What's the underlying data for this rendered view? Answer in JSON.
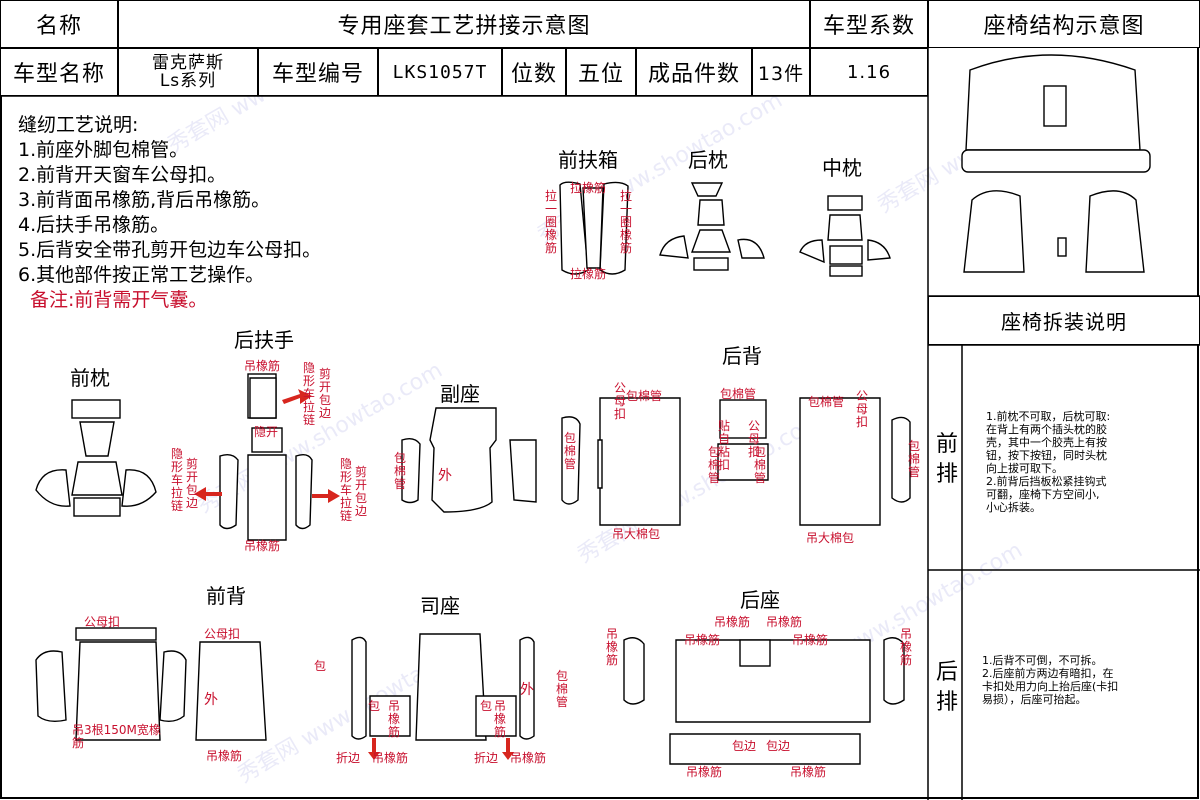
{
  "header": {
    "name_label": "名称",
    "title": "专用座套工艺拼接示意图",
    "coef_label": "车型系数",
    "structure_label": "座椅结构示意图",
    "model_name_label": "车型名称",
    "model_name_line1": "雷克萨斯",
    "model_name_line2": "Ls系列",
    "model_code_label": "车型编号",
    "model_code": "LKS1057T",
    "seats_label": "位数",
    "seats_value": "五位",
    "pieces_label": "成品件数",
    "pieces_value": "13件",
    "coef_value": "1.16"
  },
  "notes": {
    "title": "缝纫工艺说明:",
    "items": [
      "1.前座外脚包棉管。",
      "2.前背开天窗车公母扣。",
      "3.前背面吊橡筋,背后吊橡筋。",
      "4.后扶手吊橡筋。",
      "5.后背安全带孔剪开包边车公母扣。",
      "6.其他部件按正常工艺操作。"
    ],
    "remark": "备注:前背需开气囊。"
  },
  "parts": {
    "front_armrest": "前扶箱",
    "rear_pillow": "后枕",
    "mid_pillow": "中枕",
    "front_pillow": "前枕",
    "rear_armrest": "后扶手",
    "passenger_seat": "副座",
    "rear_back": "后背",
    "front_back": "前背",
    "driver_seat": "司座",
    "rear_seat": "后座"
  },
  "annotations": {
    "la_rubber": "拉橡筋",
    "la_yi_quan": "拉一圈橡筋",
    "hang_rubber": "吊橡筋",
    "hidden_zip": "隐形车拉链",
    "cut_open": "剪开包边",
    "hidden_open": "隐开",
    "wai": "外",
    "bao_mianguan": "包棉管",
    "gong_mu_kou": "公母扣",
    "bao_mian_guan_cn": "包棉管",
    "tie_self": "贴自粘扣",
    "diao_mianbao": "吊大棉包",
    "bao": "包",
    "diao3": "吊3根150M宽橡筋",
    "fold_edge": "折边",
    "bao_bian": "包边"
  },
  "disassembly": {
    "title": "座椅拆装说明",
    "front_label": "前排",
    "front_text": [
      "1.前枕不可取，后枕可取:",
      "在背上有两个插头枕的胶",
      "壳，其中一个胶壳上有按",
      "钮，按下按钮，同时头枕",
      "向上拔可取下。",
      "2.前背后挡板松紧挂钩式",
      "可翻，座椅下方空间小,",
      "小心拆装。"
    ],
    "rear_label": "后排",
    "rear_text": [
      "1.后背不可倒，不可拆。",
      "2.后座前方两边有暗扣，在",
      "卡扣处用力向上抬后座(卡扣",
      "易损），后座可抬起。"
    ]
  },
  "watermark": "秀套网 www.showtao.com",
  "colors": {
    "annotation": "#c8102e",
    "arrow": "#d7261e",
    "watermark": "#b6b6e8"
  }
}
